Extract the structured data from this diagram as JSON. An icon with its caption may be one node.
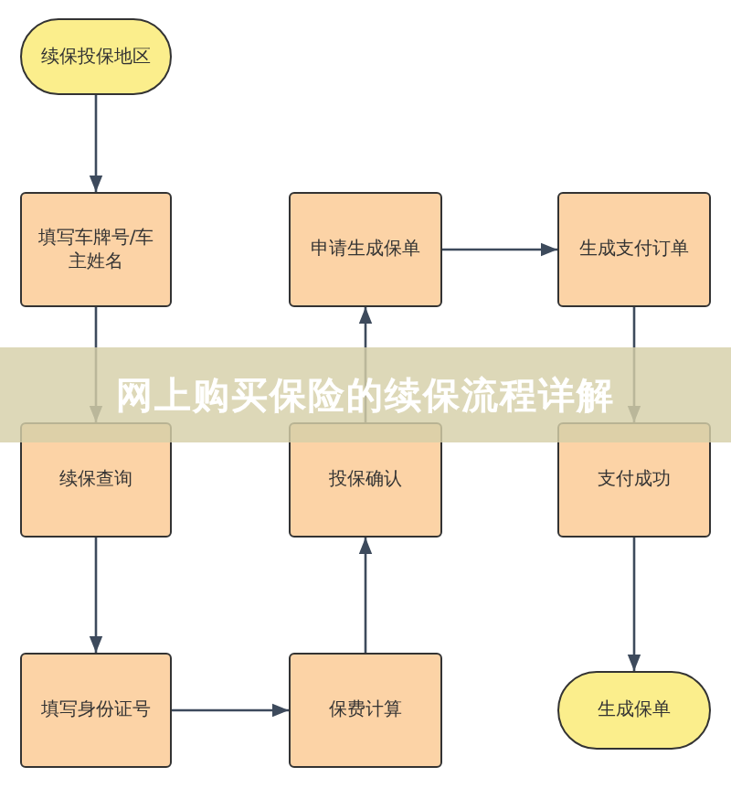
{
  "diagram": {
    "title": "网上购买保险的续保流程详解",
    "nodes": [
      {
        "text": [
          "续保投保地区"
        ]
      },
      {
        "text": [
          "填写车牌号/车主姓名"
        ]
      },
      {
        "text": [
          "申请生成保单"
        ]
      },
      {
        "text": [
          "生成支付订单"
        ]
      },
      {
        "text": [
          "续保查询"
        ]
      },
      {
        "text": [
          "投保确认"
        ]
      },
      {
        "text": [
          "支付成功"
        ]
      },
      {
        "text": [
          "填写身份证号"
        ]
      },
      {
        "text": [
          "保费计算"
        ]
      },
      {
        "text": [
          "生成保单"
        ]
      }
    ],
    "edges": [
      {
        "from": 0,
        "to": 1,
        "arrow": "to"
      },
      {
        "from": 1,
        "to": 4,
        "arrow": "to"
      },
      {
        "from": 4,
        "to": 7,
        "arrow": "to"
      },
      {
        "from": 7,
        "to": 8,
        "arrow": "to"
      },
      {
        "from": 8,
        "to": 5,
        "arrow": "to"
      },
      {
        "from": 5,
        "to": 2,
        "arrow": "to"
      },
      {
        "from": 2,
        "to": 3,
        "arrow": "to"
      },
      {
        "from": 3,
        "to": 6,
        "arrow": "to"
      },
      {
        "from": 6,
        "to": 9,
        "arrow": "to"
      }
    ]
  }
}
